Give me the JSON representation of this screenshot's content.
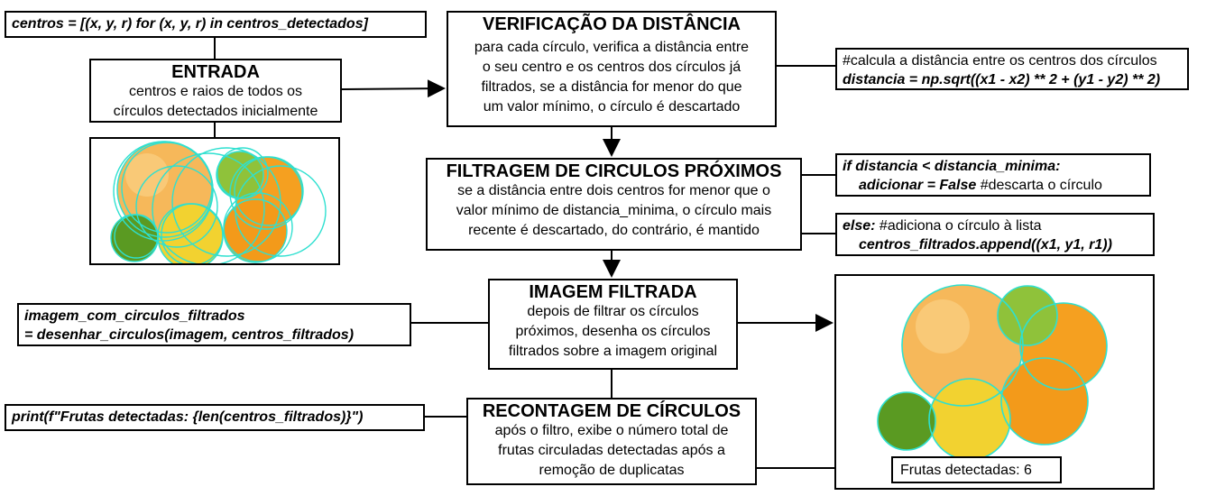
{
  "code_centros": "centros = [(x, y, r) for (x, y, r) in centros_detectados]",
  "entrada": {
    "title": "ENTRADA",
    "lines": [
      "centros e raios de todos os",
      "círculos detectados inicialmente"
    ]
  },
  "verificacao": {
    "title": "VERIFICAÇÃO DA DISTÂNCIA",
    "lines": [
      "para cada círculo, verifica a distância entre",
      "o seu centro e os centros dos círculos já",
      "filtrados, se a distância for menor do que",
      "um valor mínimo, o círculo é descartado"
    ]
  },
  "code_distancia": {
    "comment": "#calcula a distância entre os centros dos círculos",
    "code": "distancia = np.sqrt((x1 - x2) ** 2 + (y1 - y2) ** 2)"
  },
  "filtragem": {
    "title": "FILTRAGEM DE CIRCULOS PRÓXIMOS",
    "lines": [
      "se a distância entre dois centros for menor que o",
      "valor mínimo de distancia_minima, o círculo mais",
      "recente é descartado, do contrário, é mantido"
    ]
  },
  "code_if": {
    "line1": "if distancia < distancia_minima:",
    "line2_code": "adicionar = False",
    "line2_comment": " #descarta o círculo"
  },
  "code_else": {
    "line1_code": "else:",
    "line1_comment": " #adiciona o círculo à lista",
    "line2": "centros_filtrados.append((x1, y1, r1))"
  },
  "imagem_filtrada": {
    "title": "IMAGEM FILTRADA",
    "lines": [
      "depois de filtrar os círculos",
      "próximos, desenha os círculos",
      "filtrados sobre a imagem original"
    ]
  },
  "code_desenhar": {
    "line1": "imagem_com_circulos_filtrados",
    "line2": "= desenhar_circulos(imagem, centros_filtrados)"
  },
  "recontagem": {
    "title": "RECONTAGEM DE CÍRCULOS",
    "lines": [
      "após o filtro, exibe o número total de",
      "frutas circuladas detectadas após a",
      "remoção de duplicatas"
    ]
  },
  "code_print": "print(f\"Frutas detectadas: {len(centros_filtrados)}\")",
  "output_text": "Frutas detectadas: 6",
  "colors": {
    "circle": "#2ee0d0",
    "orange": "#f5a020",
    "grapefruit": "#f6b85a",
    "lemon": "#f2d230",
    "lime": "#5a9a22"
  },
  "icons": {
    "fruit_detected": "fruit-photo-detected",
    "fruit_filtered": "fruit-photo-filtered"
  }
}
